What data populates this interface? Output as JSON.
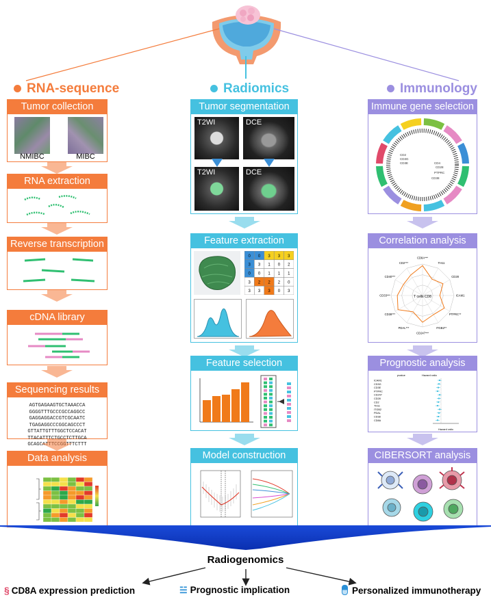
{
  "columns": {
    "rna": {
      "title": "RNA-sequence",
      "color": "#f47c3c"
    },
    "radiomics": {
      "title": "Radiomics",
      "color": "#45c1e0"
    },
    "immunology": {
      "title": "Immunology",
      "color": "#9b8fe0"
    }
  },
  "rna_steps": {
    "tumor_collection": "Tumor collection",
    "nmibc": "NMIBC",
    "mibc": "MIBC",
    "rna_extraction": "RNA extraction",
    "reverse_transcription": "Reverse transcription",
    "cdna_library": "cDNA library",
    "sequencing_results": "Sequencing results",
    "sequences": [
      "AGTGAGAAGTGCTAAACCA",
      "GGGGTTTGCCCGCCAGGCC",
      "GAGGAGGACCGTCGCAATC",
      "TGAGAGGCCCGGCAGCCCT",
      "GTTATTGTTTGGCTCCACAT",
      "TTACATTTCTGCCTCTTGCA",
      "GCAGCATTTCCGGTTTCTTT"
    ],
    "data_analysis": "Data analysis"
  },
  "radiomics_steps": {
    "tumor_segmentation": "Tumor segmentation",
    "t2wi": "T2WI",
    "dce": "DCE",
    "feature_extraction": "Feature extraction",
    "matrix": [
      [
        "0",
        "0",
        "3",
        "3",
        "3"
      ],
      [
        "3",
        "3",
        "1",
        "0",
        "2"
      ],
      [
        "0",
        "0",
        "1",
        "1",
        "1"
      ],
      [
        "3",
        "2",
        "2",
        "2",
        "0"
      ],
      [
        "3",
        "3",
        "3",
        "0",
        "3"
      ]
    ],
    "feature_selection": "Feature selection",
    "model_construction": "Model construction"
  },
  "immunology_steps": {
    "immune_gene_selection": "Immune gene selection",
    "correlation_analysis": "Correlation analysis",
    "radar_center": "T cells CD8",
    "radar_labels": [
      "CD8A***",
      "TH11",
      "CD28",
      "ICAM1",
      "PTPRC**",
      "ITGB2**",
      "CD247***",
      "PDAL***",
      "CD38***",
      "CD33***",
      "CD40***",
      "CD2***"
    ],
    "prognostic_analysis": "Prognostic analysis",
    "forest_header": [
      "pvalue",
      "Hazard ratio"
    ],
    "forest_genes": [
      "ICAM1",
      "CD3G",
      "CD3E",
      "PTPRC",
      "CD247",
      "CD28",
      "CD2",
      "TH11",
      "ITGB2",
      "PDAL",
      "CD38",
      "CD8A"
    ],
    "forest_xlabel": "Hazard ratio",
    "cibersort_analysis": "CIBERSORT analysis"
  },
  "bottom": {
    "title": "Radiogenomics",
    "outcome1": "CD8A expression prediction",
    "outcome2": "Prognostic implication",
    "outcome3": "Personalized immunotherapy"
  }
}
